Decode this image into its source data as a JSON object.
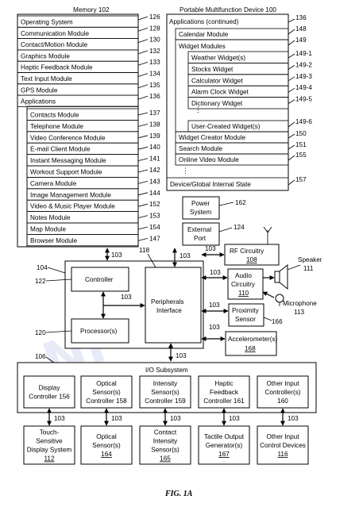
{
  "figure_caption": "FIG. 1A",
  "memory": {
    "title": "Memory 102",
    "items": [
      {
        "label": "Operating System",
        "ref": "126"
      },
      {
        "label": "Communication Module",
        "ref": "128"
      },
      {
        "label": "Contact/Motion Module",
        "ref": "130"
      },
      {
        "label": "Graphics Module",
        "ref": "132"
      },
      {
        "label": "Haptic Feedback Module",
        "ref": "133"
      },
      {
        "label": "Text Input Module",
        "ref": "134"
      },
      {
        "label": "GPS Module",
        "ref": "135"
      },
      {
        "label": "Applications",
        "ref": "136"
      }
    ],
    "apps": [
      {
        "label": "Contacts Module",
        "ref": "137"
      },
      {
        "label": "Telephone Module",
        "ref": "138"
      },
      {
        "label": "Video Conference Module",
        "ref": "139"
      },
      {
        "label": "E-mail Client Module",
        "ref": "140"
      },
      {
        "label": "Instant Messaging Module",
        "ref": "141"
      },
      {
        "label": "Workout Support Module",
        "ref": "142"
      },
      {
        "label": "Camera Module",
        "ref": "143"
      },
      {
        "label": "Image Management Module",
        "ref": "144"
      },
      {
        "label": "Video & Music Player Module",
        "ref": "152"
      },
      {
        "label": "Notes Module",
        "ref": "153"
      },
      {
        "label": "Map Module",
        "ref": "154"
      },
      {
        "label": "Browser Module",
        "ref": "147"
      }
    ]
  },
  "device": {
    "title": "Portable Multifunction Device 100",
    "apps_continued": {
      "label": "Applications (continued)",
      "ref": "136"
    },
    "calendar": {
      "label": "Calendar Module",
      "ref": "148"
    },
    "widget_modules": {
      "label": "Widget Modules",
      "ref": "149"
    },
    "widgets": [
      {
        "label": "Weather Widget(s)",
        "ref": "149-1"
      },
      {
        "label": "Stocks Widget",
        "ref": "149-2"
      },
      {
        "label": "Calculator Widget",
        "ref": "149-3"
      },
      {
        "label": "Alarm Clock Widget",
        "ref": "149-4"
      },
      {
        "label": "Dictionary Widget",
        "ref": "149-5"
      }
    ],
    "user_widgets": {
      "label": "User-Created Widget(s)",
      "ref": "149-6"
    },
    "widget_creator": {
      "label": "Widget Creator Module",
      "ref": "150"
    },
    "search": {
      "label": "Search Module",
      "ref": "151"
    },
    "online_video": {
      "label": "Online Video Module",
      "ref": "155"
    },
    "internal_state": {
      "label": "Device/Global Internal State",
      "ref": "157"
    }
  },
  "hardware": {
    "power": {
      "line1": "Power",
      "line2": "System",
      "ref": "162"
    },
    "external_port": {
      "line1": "External",
      "line2": "Port",
      "ref": "124"
    },
    "rf": {
      "label": "RF Circuitry",
      "ref": "108"
    },
    "audio": {
      "line1": "Audio",
      "line2": "Circuitry",
      "ref": "110"
    },
    "speaker": {
      "label": "Speaker",
      "ref": "111"
    },
    "microphone": {
      "label": "Microphone",
      "ref": "113"
    },
    "proximity": {
      "line1": "Proximity",
      "line2": "Sensor",
      "ref": "166"
    },
    "accelerometer": {
      "label": "Accelerometer(s)",
      "ref": "168"
    },
    "controller": {
      "label": "Controller",
      "ref": "122"
    },
    "processor": {
      "label": "Processor(s)",
      "ref": "120"
    },
    "peripherals": {
      "line1": "Peripherals",
      "line2": "Interface",
      "ref": "118"
    },
    "chip_ref": "104",
    "bus_ref": "103",
    "io_subsystem": {
      "label": "I/O Subsystem",
      "ref": "106"
    },
    "io_controllers": [
      {
        "lines": [
          "Display",
          "Controller 156"
        ]
      },
      {
        "lines": [
          "Optical",
          "Sensor(s)",
          "Controller 158"
        ]
      },
      {
        "lines": [
          "Intensity",
          "Sensor(s)",
          "Controller 159"
        ]
      },
      {
        "lines": [
          "Haptic",
          "Feedback",
          "Controller 161"
        ]
      },
      {
        "lines": [
          "Other Input",
          "Controller(s)",
          "160"
        ]
      }
    ],
    "io_devices": [
      {
        "lines": [
          "Touch-",
          "Sensitive",
          "Display System",
          "112"
        ]
      },
      {
        "lines": [
          "Optical",
          "Sensor(s)",
          "164"
        ]
      },
      {
        "lines": [
          "Contact",
          "Intensity",
          "Sensor(s)",
          "165"
        ]
      },
      {
        "lines": [
          "Tactile Output",
          "Generator(s)",
          "167"
        ]
      },
      {
        "lines": [
          "Other Input",
          "Control Devices",
          "116"
        ]
      }
    ]
  }
}
